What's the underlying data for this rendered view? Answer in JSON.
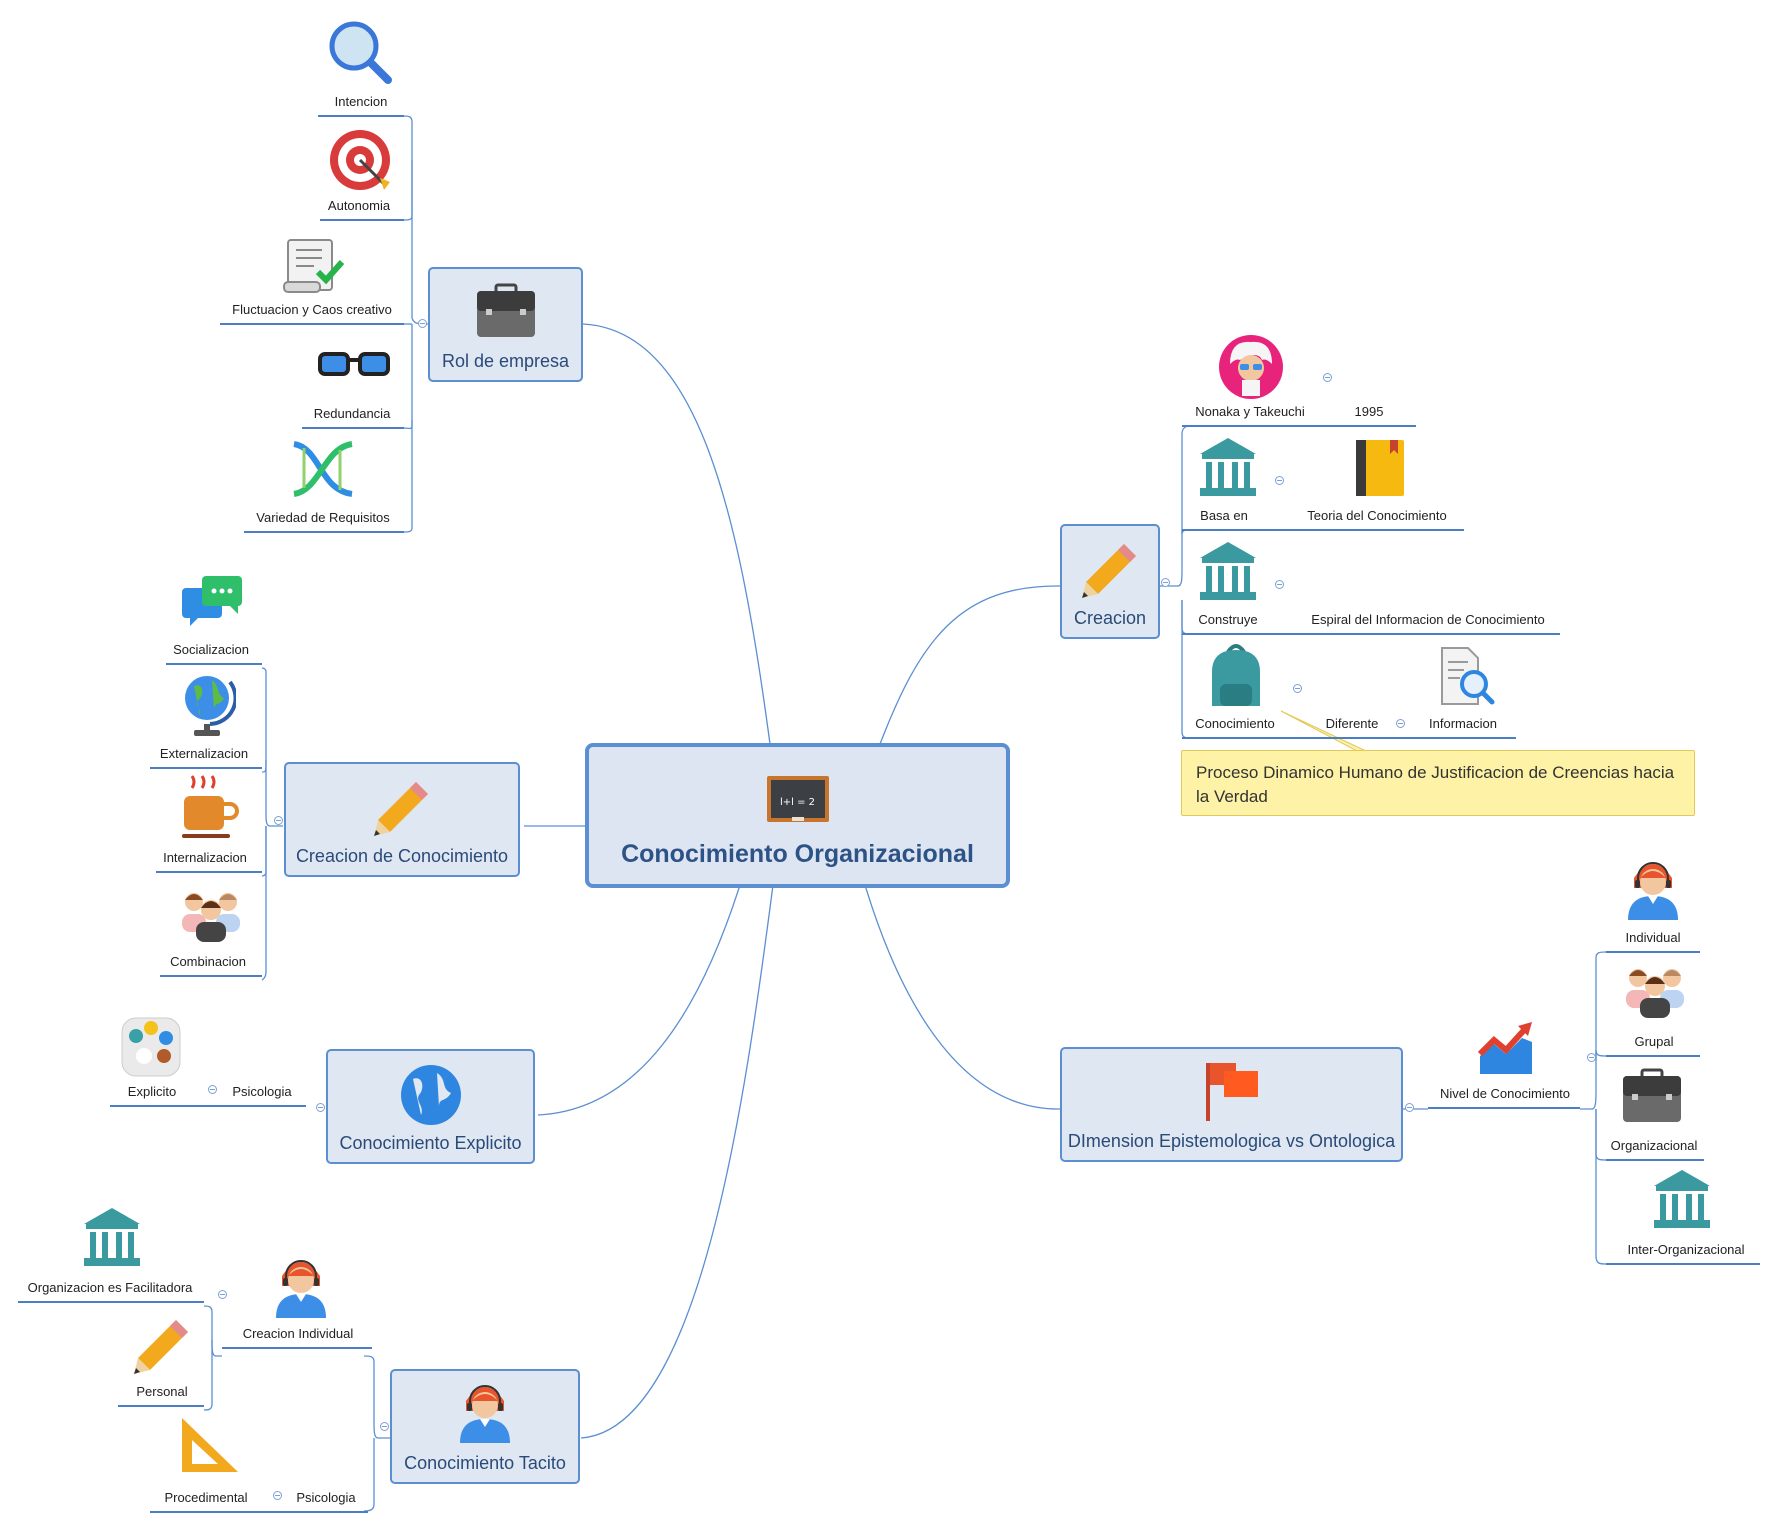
{
  "central": {
    "label": "Conocimiento Organizacional",
    "icon": "chalkboard-icon"
  },
  "colors": {
    "line": "#5b8fd2",
    "box_fill": "#dfe7f3",
    "note_fill": "#fdf2a5",
    "text": "#2a4a78"
  },
  "rol_empresa": {
    "label": "Rol de empresa",
    "icon": "briefcase-icon",
    "children": [
      "Intencion",
      "Autonomia",
      "Fluctuacion y Caos creativo",
      "Redundancia",
      "Variedad de Requisitos"
    ]
  },
  "creacion_conocimiento": {
    "label": "Creacion de Conocimiento",
    "icon": "pencil-icon",
    "children": [
      "Socializacion",
      "Externalizacion",
      "Internalizacion",
      "Combinacion"
    ]
  },
  "conocimiento_explicito": {
    "label": "Conocimiento Explicito",
    "icon": "globe-icon",
    "child": "Psicologia",
    "grandchild": "Explicito"
  },
  "conocimiento_tacito": {
    "label": "Conocimiento Tacito",
    "icon": "support-agent-icon",
    "creacion_individual": "Creacion Individual",
    "organizacion_facilitadora": "Organizacion es Facilitadora",
    "personal": "Personal",
    "psicologia": "Psicologia",
    "procedimental": "Procedimental"
  },
  "creacion": {
    "label": "Creacion",
    "icon": "pencil-icon",
    "rows": [
      {
        "left": "Nonaka y Takeuchi",
        "right": "1995"
      },
      {
        "left": "Basa en",
        "right": "Teoria del Conocimiento"
      },
      {
        "left": "Construye",
        "right": "Espiral del Informacion de Conocimiento"
      },
      {
        "left": "Conocimiento",
        "mid": "Diferente",
        "right": "Informacion"
      }
    ],
    "note": "Proceso Dinamico Humano de Justificacion de Creencias hacia la Verdad"
  },
  "dimension": {
    "label": "DImension Epistemologica vs Ontologica",
    "icon": "flag-icon",
    "child": "Nivel de Conocimiento",
    "children": [
      "Individual",
      "Grupal",
      "Organizacional",
      "Inter-Organizacional"
    ]
  }
}
